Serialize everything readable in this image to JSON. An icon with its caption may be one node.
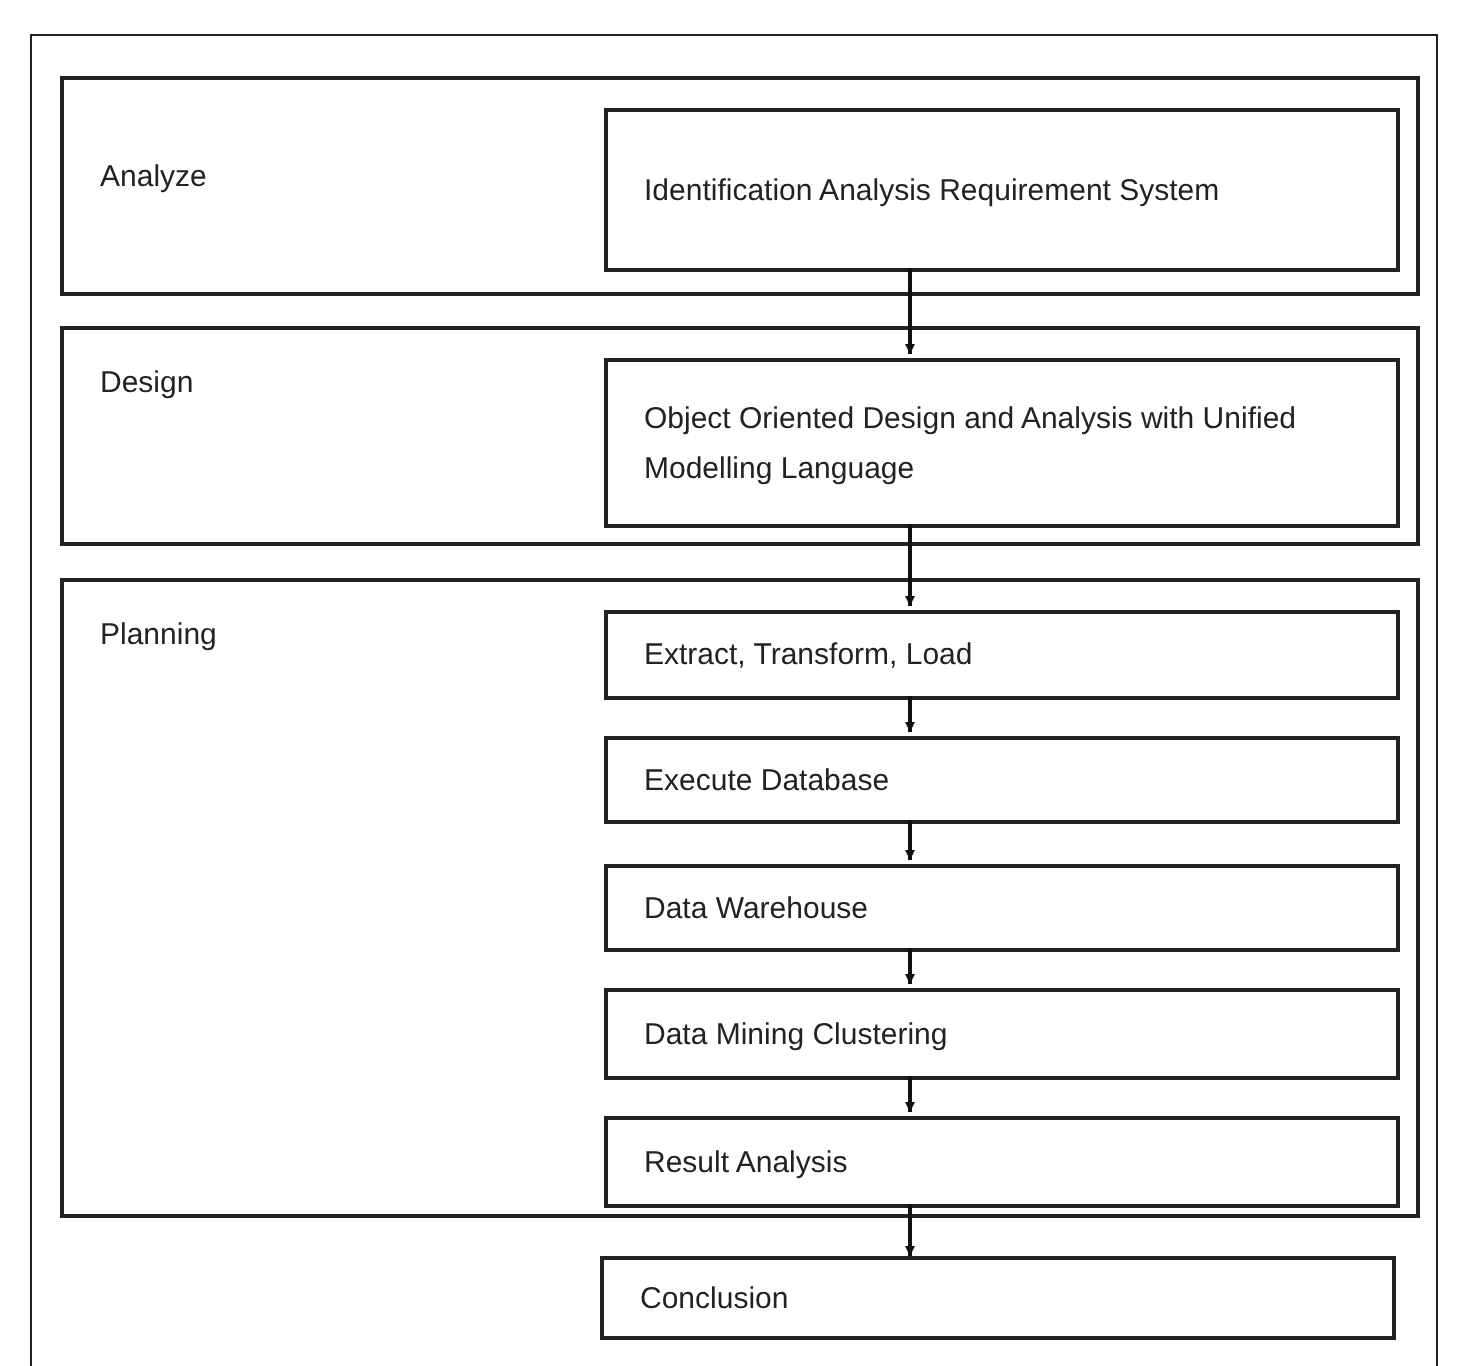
{
  "diagram": {
    "nodes": [
      {
        "text": [
          "Analyze"
        ]
      },
      {
        "text": [
          "Identification Analysis Requirement System"
        ],
        "in": 0
      },
      {
        "text": [
          "Design"
        ]
      },
      {
        "text": [
          "Object Oriented Design and Analysis with Unified Modelling Language"
        ],
        "in": 2
      },
      {
        "text": [
          "Planning"
        ]
      },
      {
        "text": [
          "Extract, Transform, Load"
        ],
        "in": 4
      },
      {
        "text": [
          "Execute Database"
        ],
        "in": 4
      },
      {
        "text": [
          "Data Warehouse"
        ],
        "in": 4
      },
      {
        "text": [
          "Data Mining Clustering"
        ],
        "in": 4
      },
      {
        "text": [
          "Result Analysis"
        ],
        "in": 4
      },
      {
        "text": [
          "Conclusion"
        ]
      }
    ],
    "edges": [
      {
        "from": 1,
        "to": 3,
        "arrow": "to"
      },
      {
        "from": 3,
        "to": 5,
        "arrow": "to"
      },
      {
        "from": 5,
        "to": 6,
        "arrow": "to"
      },
      {
        "from": 6,
        "to": 7,
        "arrow": "to"
      },
      {
        "from": 7,
        "to": 8,
        "arrow": "to"
      },
      {
        "from": 8,
        "to": 9,
        "arrow": "to"
      },
      {
        "from": 9,
        "to": 10,
        "arrow": "to"
      }
    ]
  }
}
